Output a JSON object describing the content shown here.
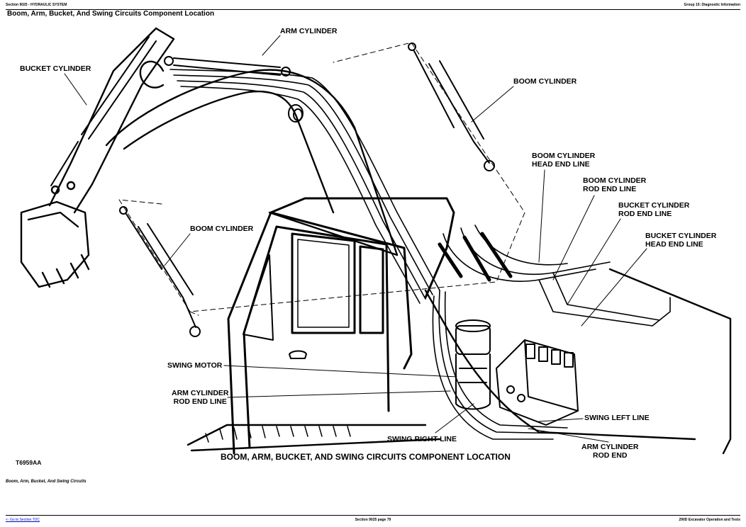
{
  "header": {
    "section": "Section 9025 - HYDRAULIC SYSTEM",
    "group": "Group 15: Diagnostic Information"
  },
  "doc_title": "Boom, Arm, Bucket, And Swing Circuits Component Location",
  "labels": {
    "arm_cylinder": "ARM CYLINDER",
    "bucket_cylinder": "BUCKET CYLINDER",
    "boom_cylinder_right": "BOOM CYLINDER",
    "boom_cylinder_left": "BOOM CYLINDER",
    "boom_cyl_head_end_line_1": "BOOM CYLINDER",
    "boom_cyl_head_end_line_2": "HEAD END LINE",
    "boom_cyl_rod_end_line_1": "BOOM CYLINDER",
    "boom_cyl_rod_end_line_2": "ROD END LINE",
    "bucket_cyl_rod_end_line_1": "BUCKET CYLINDER",
    "bucket_cyl_rod_end_line_2": "ROD END LINE",
    "bucket_cyl_head_end_line_1": "BUCKET CYLINDER",
    "bucket_cyl_head_end_line_2": "HEAD END LINE",
    "swing_motor": "SWING MOTOR",
    "arm_cyl_rod_end_line_1": "ARM CYLINDER",
    "arm_cyl_rod_end_line_2": "ROD END LINE",
    "swing_right_line": "SWING RIGHT LINE",
    "swing_left_line": "SWING LEFT LINE",
    "arm_cyl_rod_end_1": "ARM CYLINDER",
    "arm_cyl_rod_end_2": "ROD END"
  },
  "figure_id": "T6959AA",
  "figure_caption": "BOOM, ARM, BUCKET, AND SWING CIRCUITS COMPONENT LOCATION",
  "sub_caption": "Boom, Arm, Bucket, And Swing Circuits",
  "footer": {
    "toc_link": "<- Go to Section TOC",
    "page": "Section 9025 page 79",
    "manual": "290D Excavator Operation and Tests"
  }
}
